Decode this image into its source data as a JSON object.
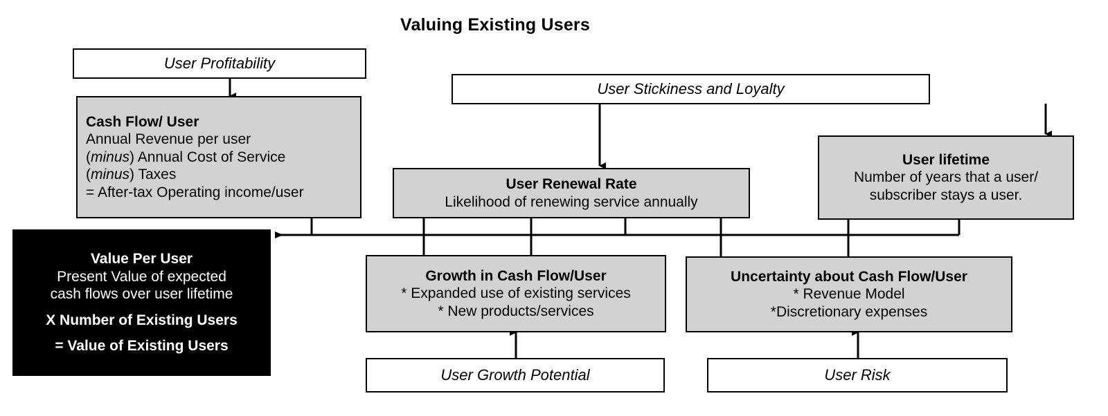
{
  "diagram": {
    "title": "Valuing Existing Users",
    "accent_gray": "#d2d2d2",
    "accent_black": "#000000",
    "border_color": "#000000"
  },
  "nodes": {
    "user_profitability": {
      "label": "User Profitability"
    },
    "cash_flow_user": {
      "title": "Cash Flow/ User",
      "line1": "Annual Revenue per user",
      "line2_pre": "(",
      "line2_em": "minus",
      "line2_post": ") Annual Cost of Service",
      "line3_pre": "(",
      "line3_em": "minus",
      "line3_post": ") Taxes",
      "line4": "= After-tax Operating income/user"
    },
    "value_per_user": {
      "title": "Value Per User",
      "line1": "Present Value of expected",
      "line2": "cash flows over user lifetime",
      "line3": "X Number of Existing Users",
      "line4": "= Value of Existing Users"
    },
    "user_stickiness": {
      "label": "User Stickiness and Loyalty"
    },
    "user_renewal_rate": {
      "title": "User Renewal Rate",
      "line1": "Likelihood of renewing service annually"
    },
    "user_lifetime": {
      "title": "User lifetime",
      "line1": "Number of years that a user/",
      "line2": "subscriber stays a user."
    },
    "growth_cash_flow": {
      "title": "Growth in Cash Flow/User",
      "line1": "* Expanded use of existing services",
      "line2": "* New products/services"
    },
    "uncertainty_cash_flow": {
      "title": "Uncertainty about Cash Flow/User",
      "line1": "* Revenue Model",
      "line2": "*Discretionary expenses"
    },
    "user_growth_potential": {
      "label": "User Growth Potential"
    },
    "user_risk": {
      "label": "User Risk"
    }
  },
  "connectors": [
    {
      "name": "profitability-to-cashflow",
      "kind": "arrow-down"
    },
    {
      "name": "stickiness-to-renewal-rate",
      "kind": "arrow-down"
    },
    {
      "name": "stickiness-to-lifetime",
      "kind": "arrow-down"
    },
    {
      "name": "cashflow-to-value-per-user",
      "kind": "arrow-left"
    },
    {
      "name": "renewal-rate-to-value-per-user",
      "kind": "line"
    },
    {
      "name": "lifetime-to-value-per-user",
      "kind": "line"
    },
    {
      "name": "renewal-rate-to-growth",
      "kind": "line"
    },
    {
      "name": "renewal-rate-to-uncertainty",
      "kind": "line"
    },
    {
      "name": "lifetime-to-uncertainty",
      "kind": "line"
    },
    {
      "name": "growth-potential-to-growth",
      "kind": "arrow-up"
    },
    {
      "name": "user-risk-to-uncertainty",
      "kind": "arrow-up"
    }
  ]
}
